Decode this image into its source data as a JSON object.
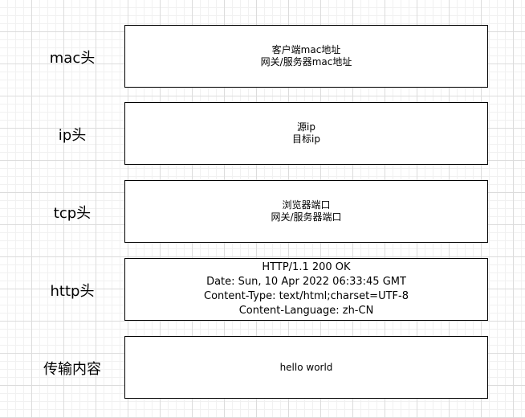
{
  "layers": [
    {
      "label": "mac头",
      "lines": [
        "客户端mac地址",
        "网关/服务器mac地址"
      ]
    },
    {
      "label": "ip头",
      "lines": [
        "源ip",
        "目标ip"
      ]
    },
    {
      "label": "tcp头",
      "lines": [
        "浏览器端口",
        "网关/服务器端口"
      ]
    },
    {
      "label": "http头",
      "lines": [
        "HTTP/1.1 200 OK",
        "Date: Sun, 10 Apr 2022 06:33:45 GMT",
        "Content-Type: text/html;charset=UTF-8",
        "Content-Language: zh-CN"
      ]
    },
    {
      "label": "传输内容",
      "lines": [
        "hello world"
      ]
    }
  ],
  "colors": {
    "border": "#000000",
    "text": "#000000",
    "box_fill": "#ffffff",
    "grid_major": "#dcdcdc",
    "grid_minor": "#f1f1f1"
  }
}
